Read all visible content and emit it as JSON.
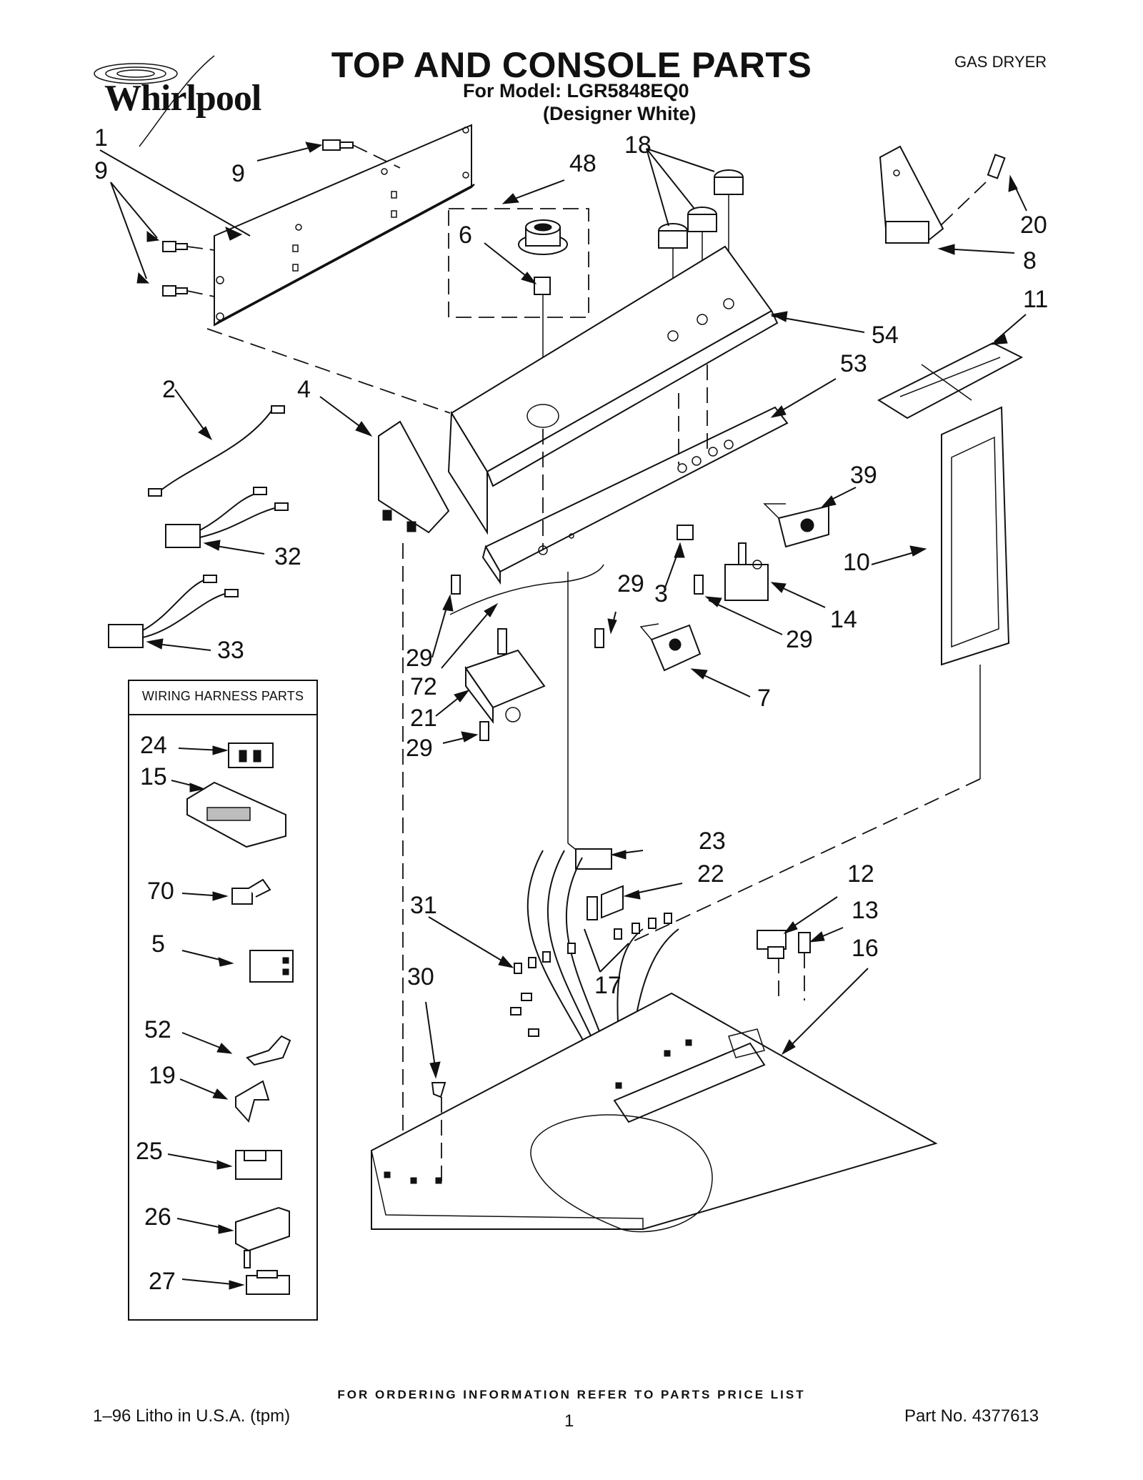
{
  "header": {
    "title": "TOP AND CONSOLE PARTS",
    "model_line": "For Model: LGR5848EQ0",
    "color_line": "(Designer White)",
    "appliance_type": "GAS DRYER",
    "brand": "Whirlpool"
  },
  "wiring_harness_box": {
    "title": "WIRING HARNESS PARTS",
    "items": [
      "24",
      "15",
      "70",
      "5",
      "52",
      "19",
      "25",
      "26",
      "27"
    ]
  },
  "callouts": {
    "c1": "1",
    "c9a": "9",
    "c9b": "9",
    "c48": "48",
    "c6": "6",
    "c18": "18",
    "c20": "20",
    "c8": "8",
    "c11": "11",
    "c54": "54",
    "c53": "53",
    "c2": "2",
    "c4": "4",
    "c39": "39",
    "c10": "10",
    "c32": "32",
    "c29a": "29",
    "c3": "3",
    "c14": "14",
    "c29b": "29",
    "c33": "33",
    "c29c": "29",
    "c72": "72",
    "c7": "7",
    "c21": "21",
    "c29d": "29",
    "c23": "23",
    "c22": "22",
    "c12": "12",
    "c31": "31",
    "c13": "13",
    "c16": "16",
    "c30": "30",
    "c17": "17"
  },
  "footer": {
    "ordering_note": "FOR ORDERING INFORMATION REFER TO PARTS PRICE LIST",
    "litho": "1–96 Litho in U.S.A. (tpm)",
    "page_number": "1",
    "part_number": "Part No. 4377613"
  }
}
